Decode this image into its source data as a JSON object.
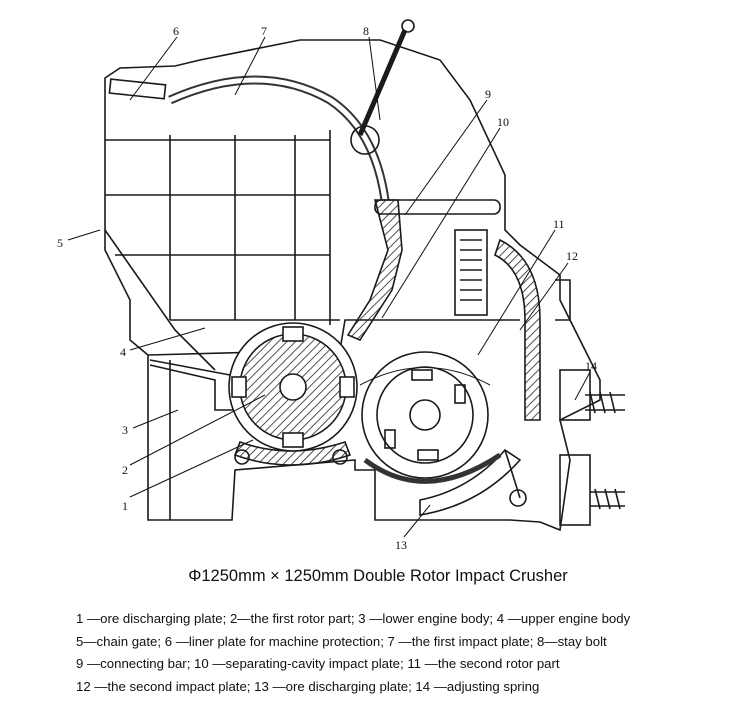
{
  "caption": "Φ1250mm × 1250mm Double Rotor Impact Crusher",
  "callouts": [
    "1",
    "2",
    "3",
    "4",
    "5",
    "6",
    "7",
    "8",
    "9",
    "10",
    "11",
    "12",
    "13",
    "14"
  ],
  "legend": [
    "1 —ore discharging plate;  2—the first rotor part;  3 —lower engine body;  4 —upper engine body",
    "5—chain gate;  6 —liner plate for machine protection;  7 —the first impact plate;  8—stay bolt",
    "9 —connecting bar;  10 —separating-cavity impact plate;  11 —the second rotor part",
    "12 —the second impact plate;  13 —ore discharging plate;  14 —adjusting spring"
  ]
}
